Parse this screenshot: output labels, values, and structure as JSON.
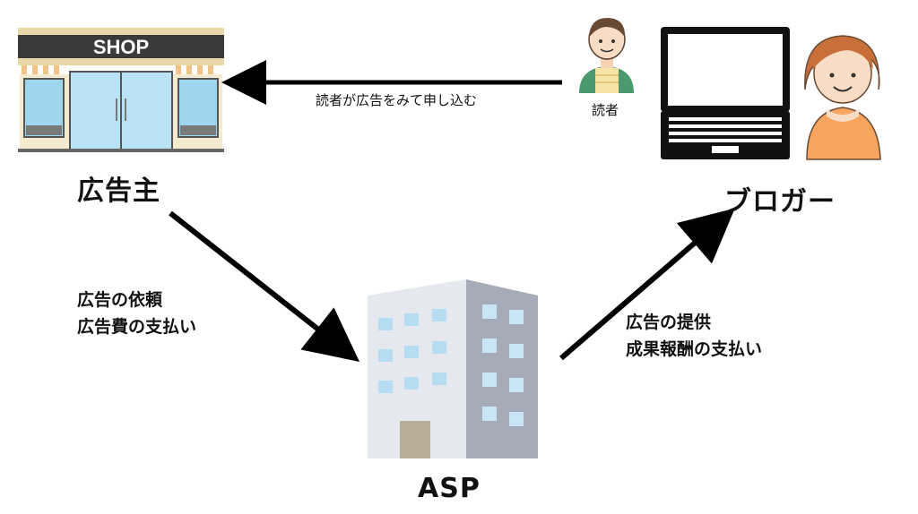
{
  "shop": {
    "sign": "SHOP",
    "label": "広告主"
  },
  "asp": {
    "label": "ASP"
  },
  "blogger": {
    "label": "ブロガー"
  },
  "reader": {
    "label": "読者"
  },
  "flows": {
    "reader_to_shop": "読者が広告をみて申し込む",
    "shop_to_asp": [
      "広告の依頼",
      "広告費の支払い"
    ],
    "asp_to_blogger": [
      "広告の提供",
      "成果報酬の支払い"
    ]
  }
}
